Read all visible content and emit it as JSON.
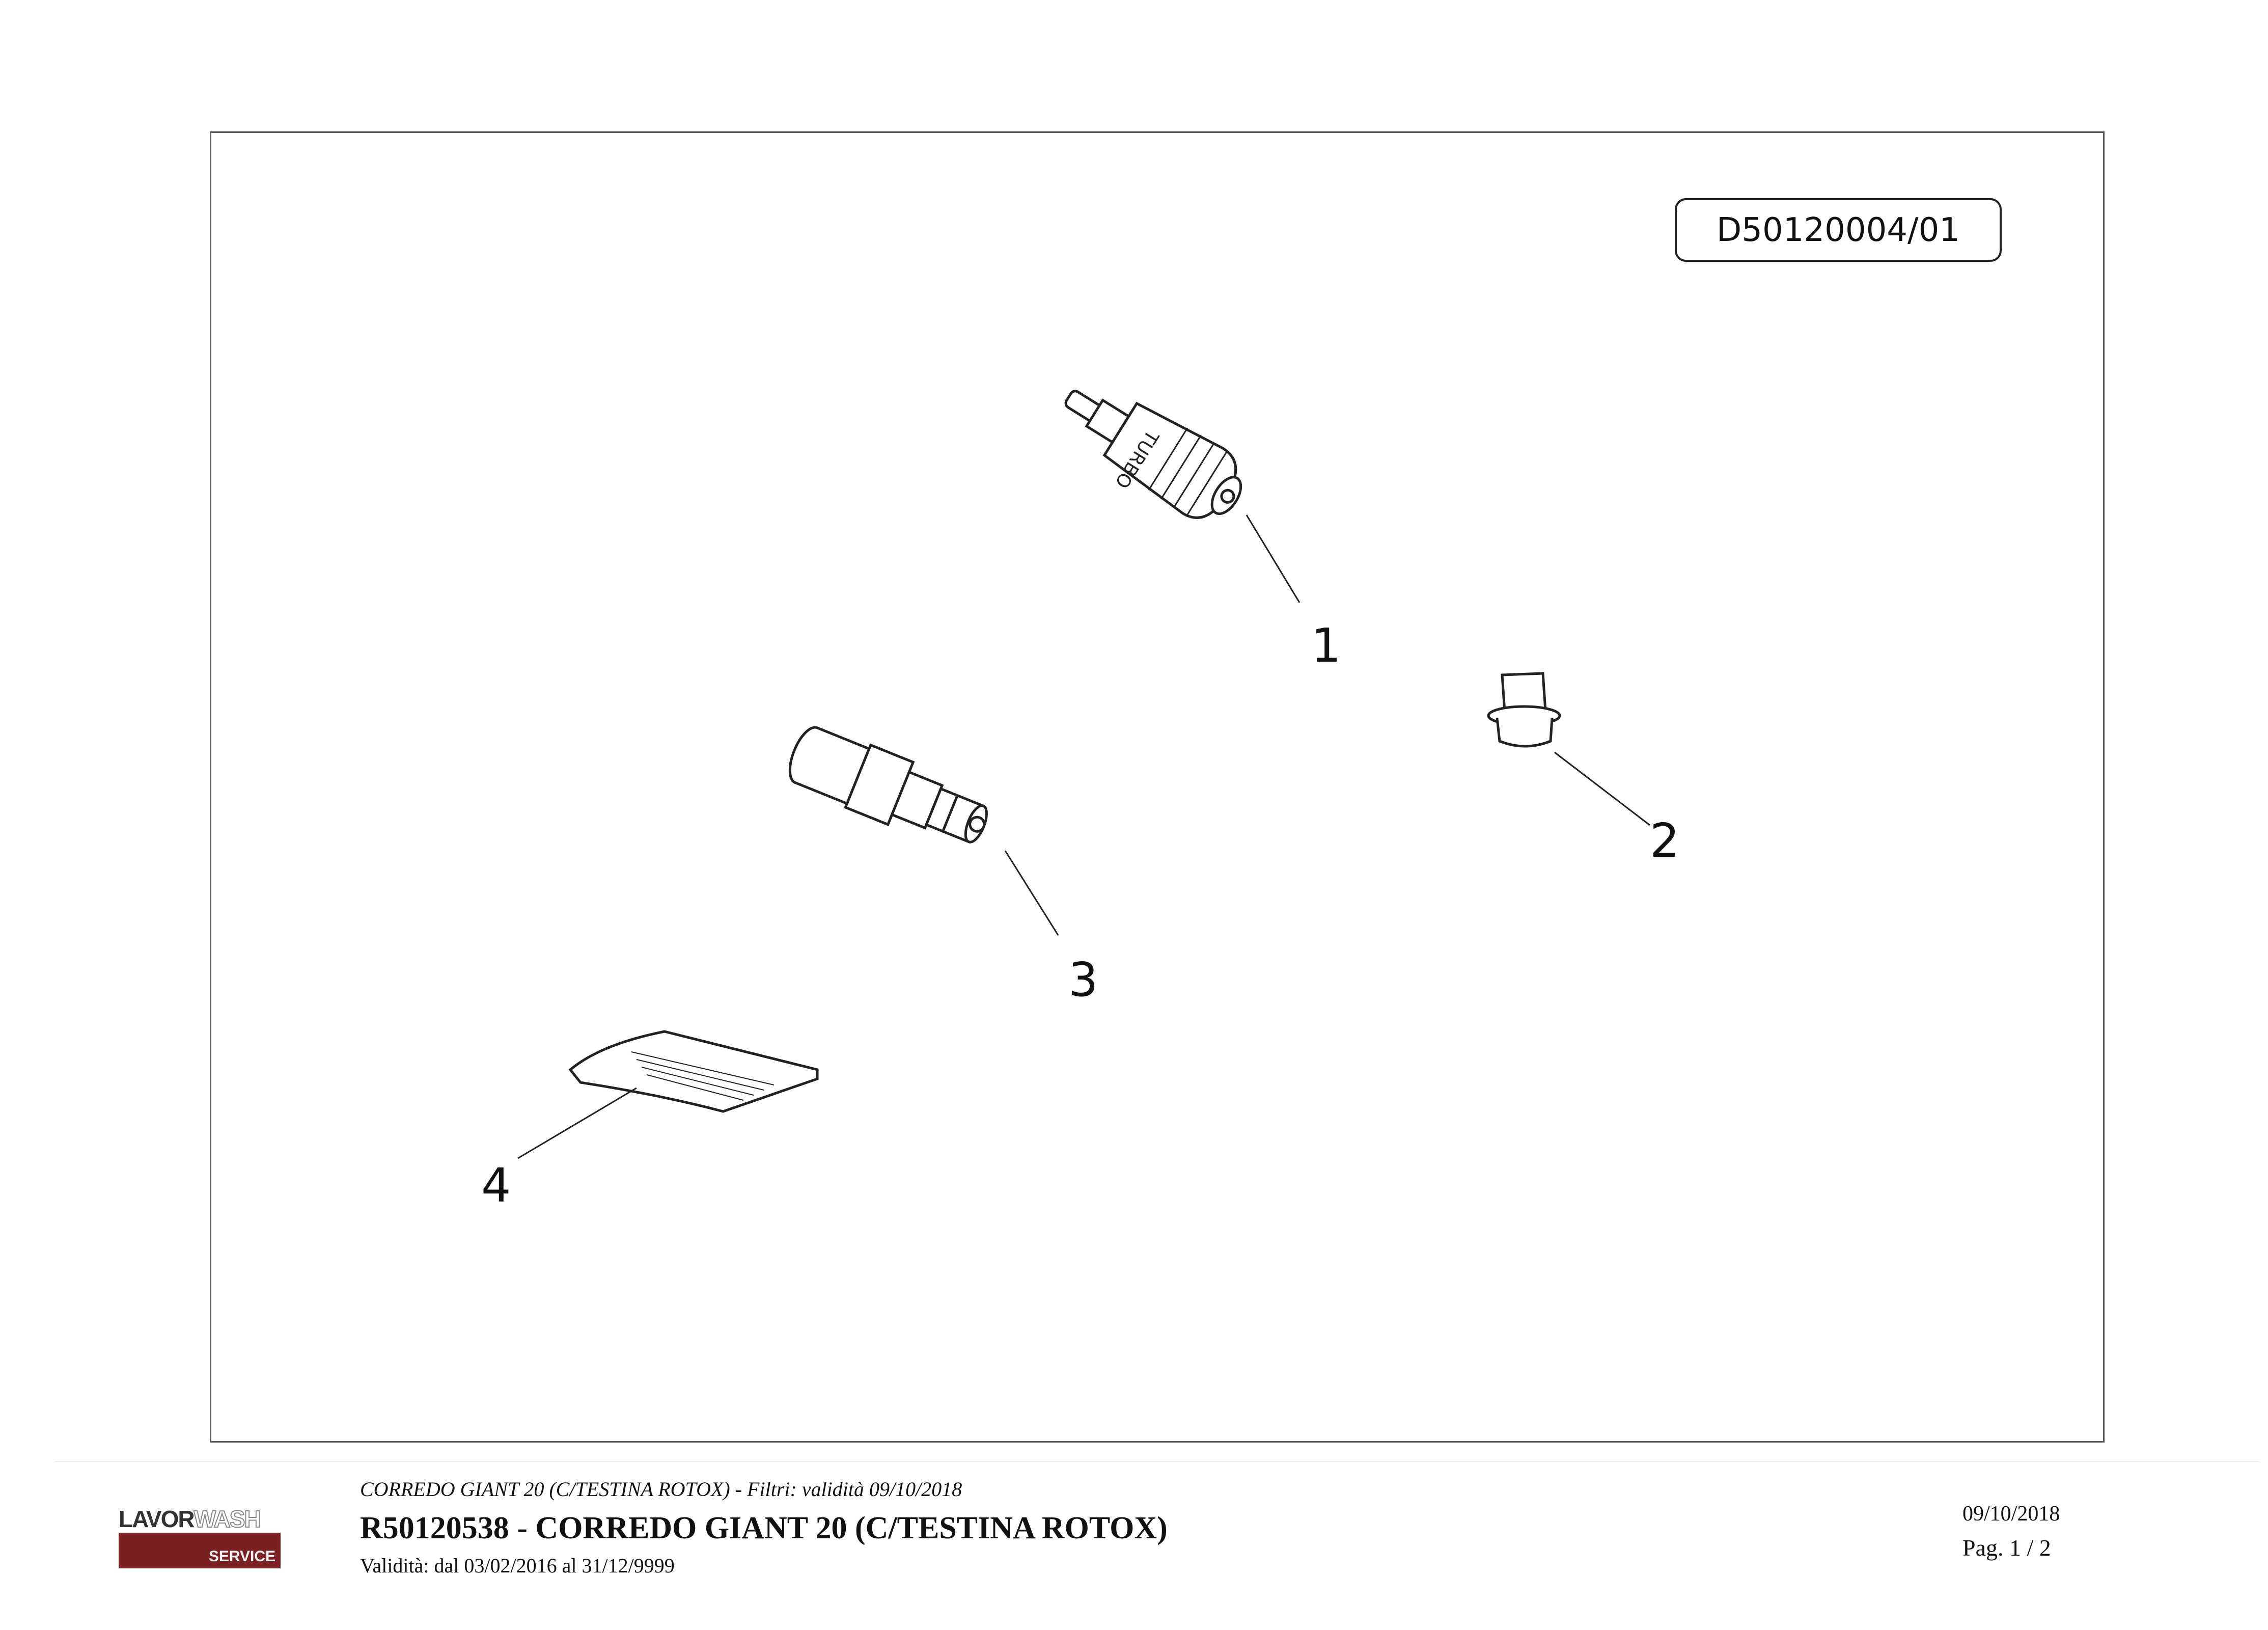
{
  "drawing": {
    "code": "D50120004/01",
    "callouts": [
      "1",
      "2",
      "3",
      "4"
    ],
    "nozzle_text": "TURBO"
  },
  "footer": {
    "logo": {
      "brand_part1": "LAVOR",
      "brand_part2": "WASH",
      "tagline": "SERVICE",
      "color": "#7a2022"
    },
    "subtitle": "CORREDO GIANT 20 (C/TESTINA ROTOX) - Filtri: validità 09/10/2018",
    "title": "R50120538 - CORREDO GIANT 20 (C/TESTINA ROTOX)",
    "validity": "Validità: dal 03/02/2016 al 31/12/9999",
    "date": "09/10/2018",
    "page": "Pag. 1 / 2"
  }
}
